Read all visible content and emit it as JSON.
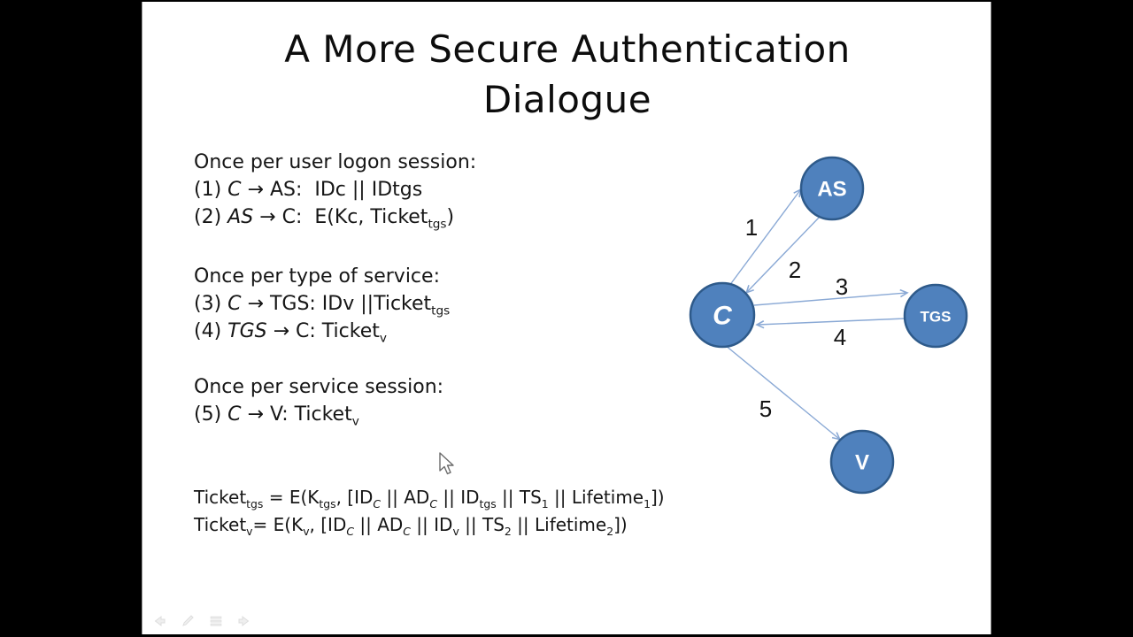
{
  "slide": {
    "title": "A More Secure Authentication Dialogue",
    "blocks": [
      {
        "heading": "Once per user logon session:",
        "lines": [
          [
            {
              "t": "(1) "
            },
            {
              "t": "C",
              "i": true
            },
            {
              "t": " → AS:  IDc || IDtgs"
            }
          ],
          [
            {
              "t": "(2) "
            },
            {
              "t": "AS",
              "i": true
            },
            {
              "t": " → C:  E(Kc, Ticket"
            },
            {
              "t": "tgs",
              "sub": true
            },
            {
              "t": ")"
            }
          ]
        ]
      },
      {
        "heading": "Once per type of service:",
        "lines": [
          [
            {
              "t": "(3) "
            },
            {
              "t": "C",
              "i": true
            },
            {
              "t": " → TGS: IDv ||Ticket"
            },
            {
              "t": "tgs",
              "sub": true
            }
          ],
          [
            {
              "t": "(4) "
            },
            {
              "t": "TGS",
              "i": true
            },
            {
              "t": " → C: Ticket"
            },
            {
              "t": "v",
              "sub": true
            }
          ]
        ]
      },
      {
        "heading": "Once per service session:",
        "lines": [
          [
            {
              "t": "(5) "
            },
            {
              "t": "C",
              "i": true
            },
            {
              "t": " → V: Ticket"
            },
            {
              "t": "v",
              "sub": true
            }
          ]
        ]
      }
    ],
    "formulas": [
      [
        {
          "t": "Ticket"
        },
        {
          "t": "tgs",
          "sub": true
        },
        {
          "t": " = E(K"
        },
        {
          "t": "tgs",
          "sub": true
        },
        {
          "t": ", [ID"
        },
        {
          "t": "C",
          "sub": true,
          "i": true
        },
        {
          "t": " || AD"
        },
        {
          "t": "C",
          "sub": true,
          "i": true
        },
        {
          "t": " || ID"
        },
        {
          "t": "tgs",
          "sub": true
        },
        {
          "t": " || TS"
        },
        {
          "t": "1",
          "sub": true
        },
        {
          "t": " || Lifetime"
        },
        {
          "t": "1",
          "sub": true
        },
        {
          "t": "])"
        }
      ],
      [
        {
          "t": "Ticket"
        },
        {
          "t": "v",
          "sub": true
        },
        {
          "t": "= E(K"
        },
        {
          "t": "v",
          "sub": true
        },
        {
          "t": ", [ID"
        },
        {
          "t": "C",
          "sub": true,
          "i": true
        },
        {
          "t": " || AD"
        },
        {
          "t": "C",
          "sub": true,
          "i": true
        },
        {
          "t": " || ID"
        },
        {
          "t": "v",
          "sub": true
        },
        {
          "t": " || TS"
        },
        {
          "t": "2",
          "sub": true
        },
        {
          "t": " || Lifetime"
        },
        {
          "t": "2",
          "sub": true
        },
        {
          "t": "])"
        }
      ]
    ]
  },
  "diagram": {
    "nodes": [
      {
        "label": "AS"
      },
      {
        "label": "C"
      },
      {
        "label": "TGS"
      },
      {
        "label": "V"
      }
    ],
    "edge_labels": [
      "1",
      "2",
      "3",
      "4",
      "5"
    ],
    "colors": {
      "node_fill": "#4f81bd",
      "node_border": "#2e5a8a",
      "arrow": "#8aa9d5"
    }
  },
  "presenter_controls": {
    "icons": [
      "back-arrow-icon",
      "pen-icon",
      "slide-menu-icon",
      "forward-arrow-icon"
    ]
  }
}
